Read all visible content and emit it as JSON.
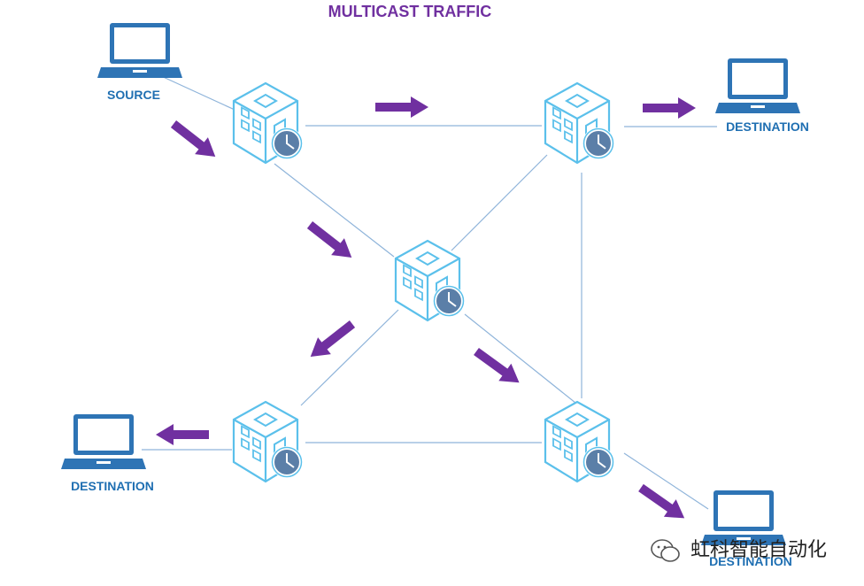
{
  "title": "MULTICAST TRAFFIC",
  "labels": {
    "source": "SOURCE",
    "dest_top_right": "DESTINATION",
    "dest_bottom_left": "DESTINATION",
    "dest_bottom_right": "DESTINATION"
  },
  "watermark": "虹科智能自动化",
  "colors": {
    "title": "#7030A0",
    "label": "#1F6FB2",
    "arrow": "#7030A0",
    "router_stroke": "#5BC0EB",
    "laptop": "#2E74B5",
    "link": "#8FB4DA",
    "clock": "#5B7FA8"
  },
  "icons": [
    "laptop-icon",
    "router-icon",
    "clock-icon",
    "flow-arrow",
    "wechat-icon"
  ]
}
